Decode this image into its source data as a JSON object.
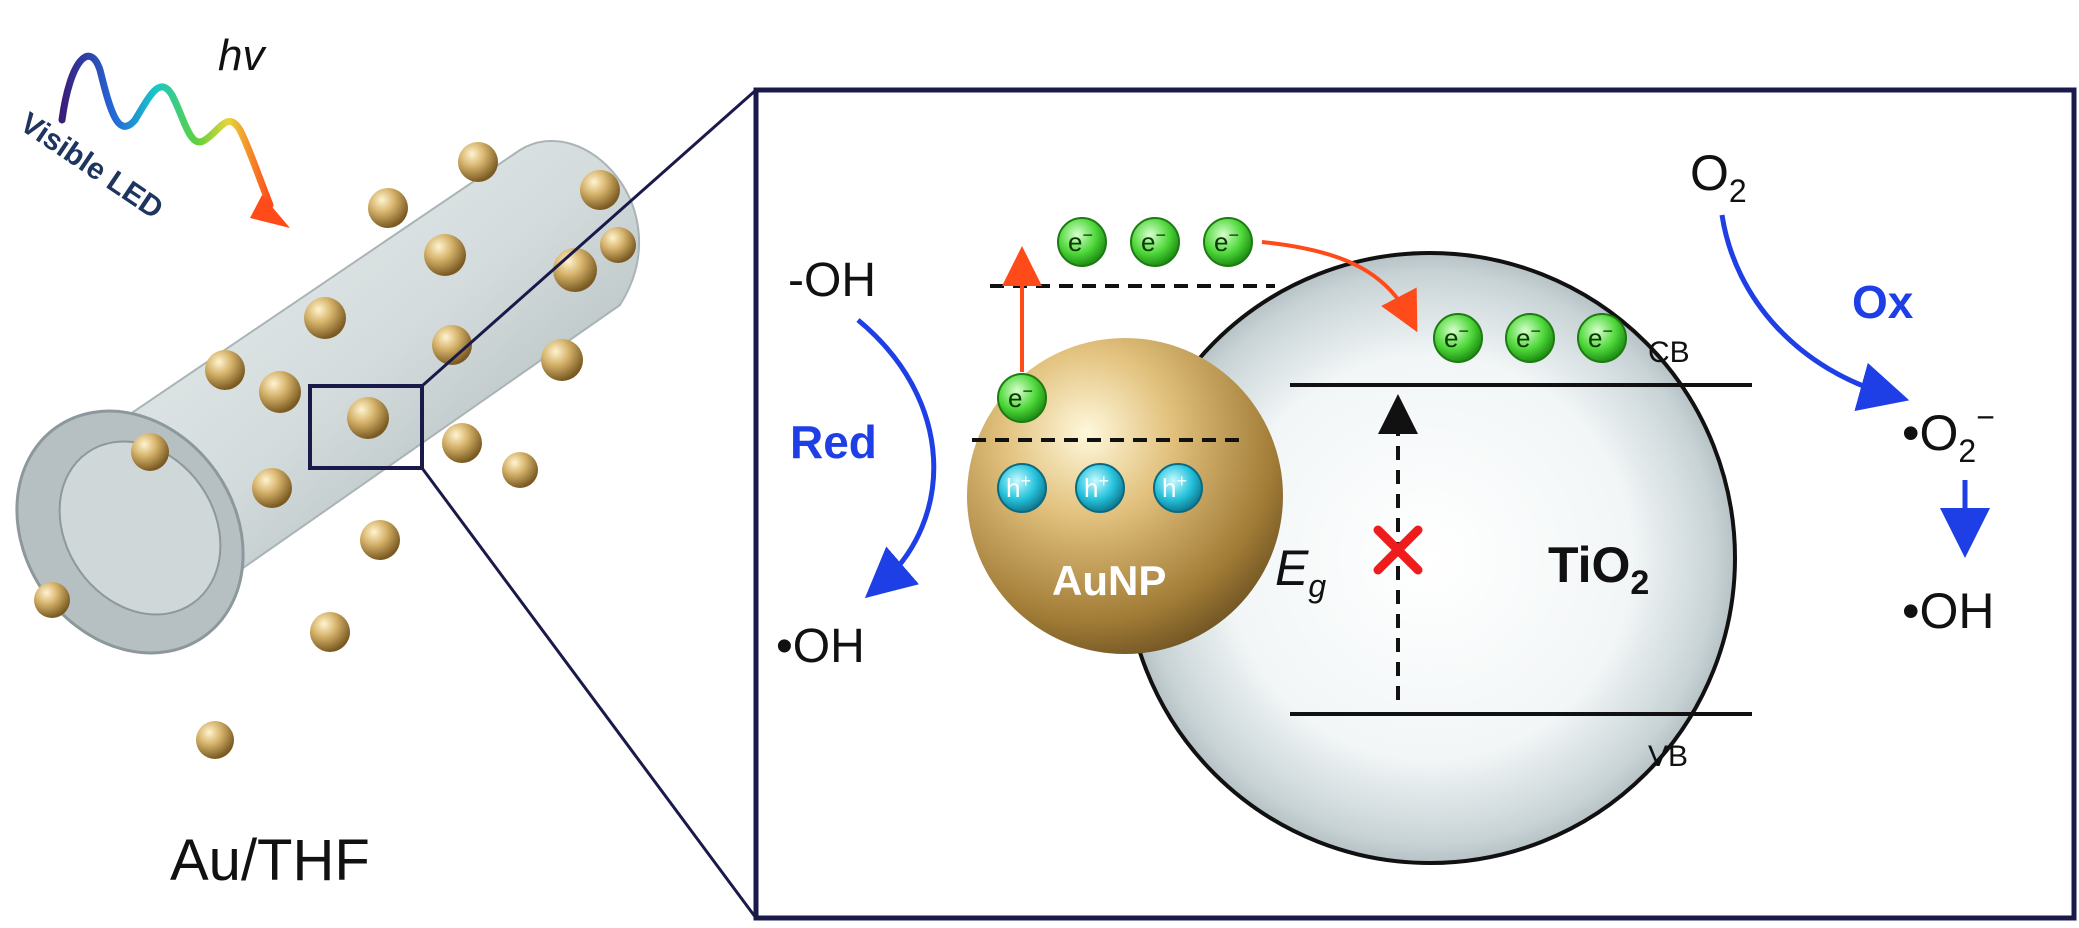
{
  "light": {
    "label": "Visible LED",
    "photon": "hv"
  },
  "tube": {
    "caption": "Au/THF"
  },
  "particles": {
    "gold": "AuNP",
    "tio2": "TiO",
    "tio2_sub": "2"
  },
  "bands": {
    "cb": "CB",
    "vb": "VB",
    "gap": "E",
    "gap_sub": "g"
  },
  "charges": {
    "electron": "e",
    "electron_sup": "−",
    "hole": "h",
    "hole_sup": "+"
  },
  "reactions": {
    "left_top": "-OH",
    "left_bottom": "•OH",
    "red": "Red",
    "o2": "O",
    "o2_sub": "2",
    "ox": "Ox",
    "superoxide": "•O",
    "superoxide_sub": "2",
    "superoxide_sup": "−",
    "right_bottom": "•OH"
  },
  "colors": {
    "frame": "#1a1a4a",
    "gold": "#c9a45a",
    "tube": "#c9d2d4",
    "electron": "#5ee04a",
    "hole": "#2fc9e0",
    "blue_arrow": "#1f3fe6",
    "red_arrow": "#ff4a1a"
  }
}
